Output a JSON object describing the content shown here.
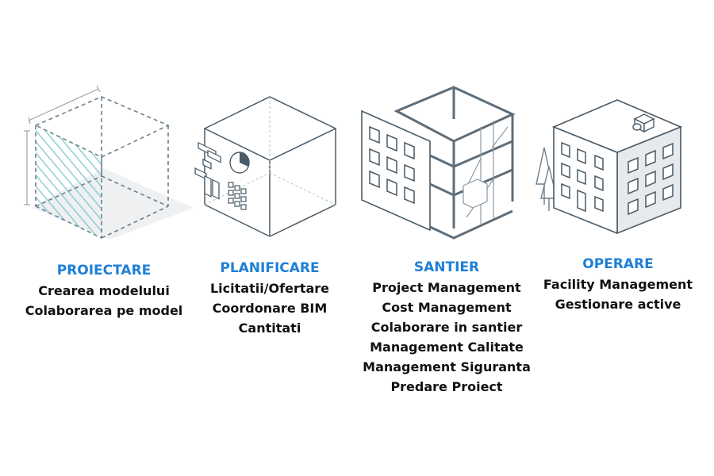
{
  "stages": [
    {
      "heading": "PROIECTARE",
      "lines": [
        "Crearea modelului",
        "Colaborarea pe model"
      ],
      "icon": "wireframe-cube-icon"
    },
    {
      "heading": "PLANIFICARE",
      "lines": [
        "Licitatii/Ofertare",
        "Coordonare BIM",
        "Cantitati"
      ],
      "icon": "planning-cube-icon"
    },
    {
      "heading": "SANTIER",
      "lines": [
        "Project Management",
        "Cost Management",
        "Colaborare in santier",
        "Management Calitate",
        "Management Siguranta",
        "Predare Proiect"
      ],
      "icon": "construction-building-icon"
    },
    {
      "heading": "OPERARE",
      "lines": [
        "Facility Management",
        "Gestionare active"
      ],
      "icon": "finished-building-icon"
    }
  ],
  "colors": {
    "heading": "#1f7fd6",
    "text": "#111111",
    "line_art": "#4a5a66",
    "hatch": "#7ec7cf",
    "shadow": "#e9ecef"
  }
}
